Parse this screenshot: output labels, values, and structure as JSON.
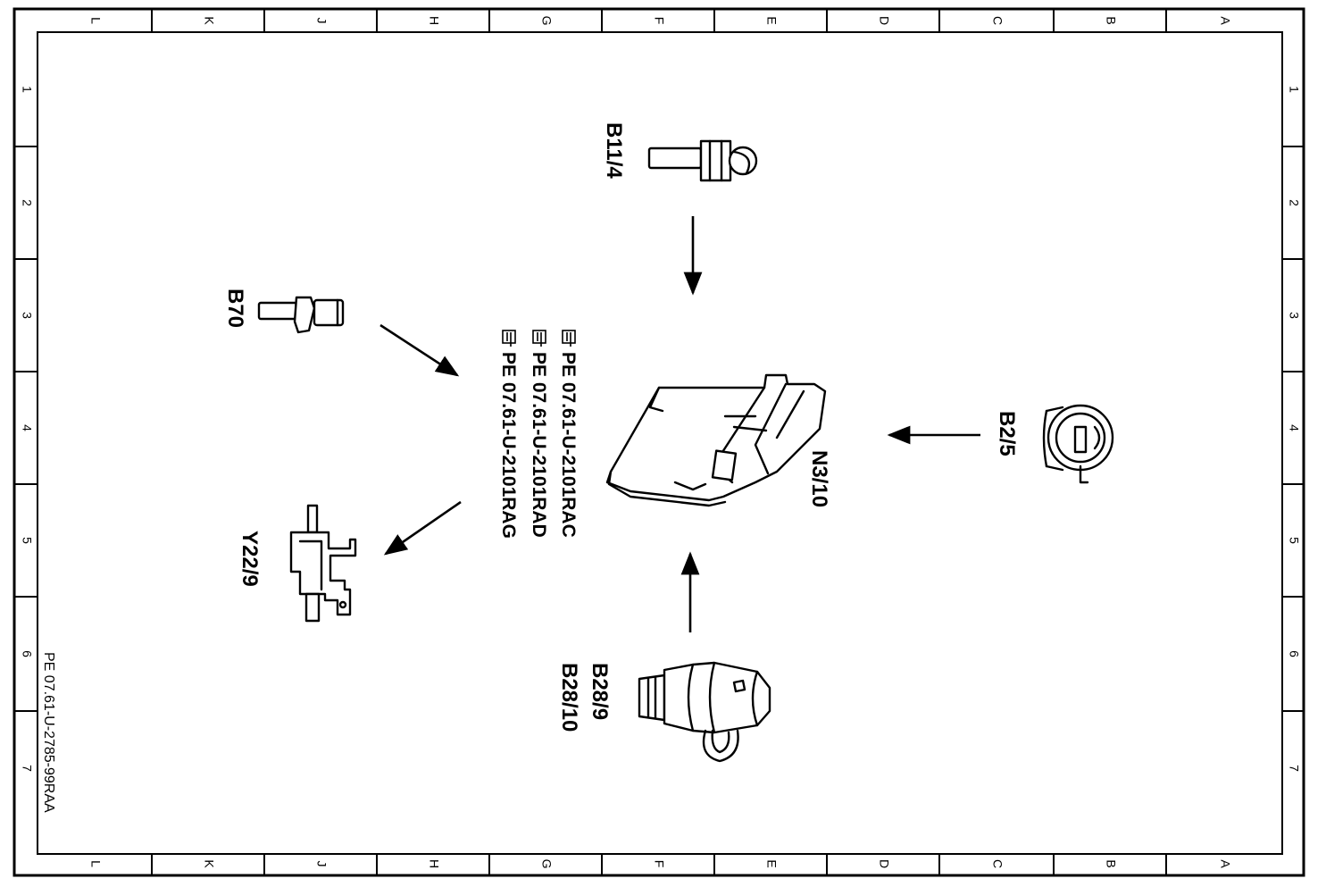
{
  "drawing": {
    "column_letters": [
      "L",
      "K",
      "J",
      "H",
      "G",
      "F",
      "E",
      "D",
      "C",
      "B",
      "A"
    ],
    "row_numbers": [
      "1",
      "2",
      "3",
      "4",
      "5",
      "6",
      "7"
    ],
    "drawing_number": "PE 07.61-U-2785-99RAA"
  },
  "components": {
    "b11_4": "B11/4",
    "b70": "B70",
    "y22_9": "Y22/9",
    "n3_10": "N3/10",
    "b2_5": "B2/5",
    "b28_9": "B28/9",
    "b28_10": "B28/10"
  },
  "references": [
    "PE  07.61-U-2101RAC",
    "PE  07.61-U-2101RAD",
    "PE  07.61-U-2101RAG"
  ],
  "icons": {
    "reference": "pointing-hand-icon"
  }
}
